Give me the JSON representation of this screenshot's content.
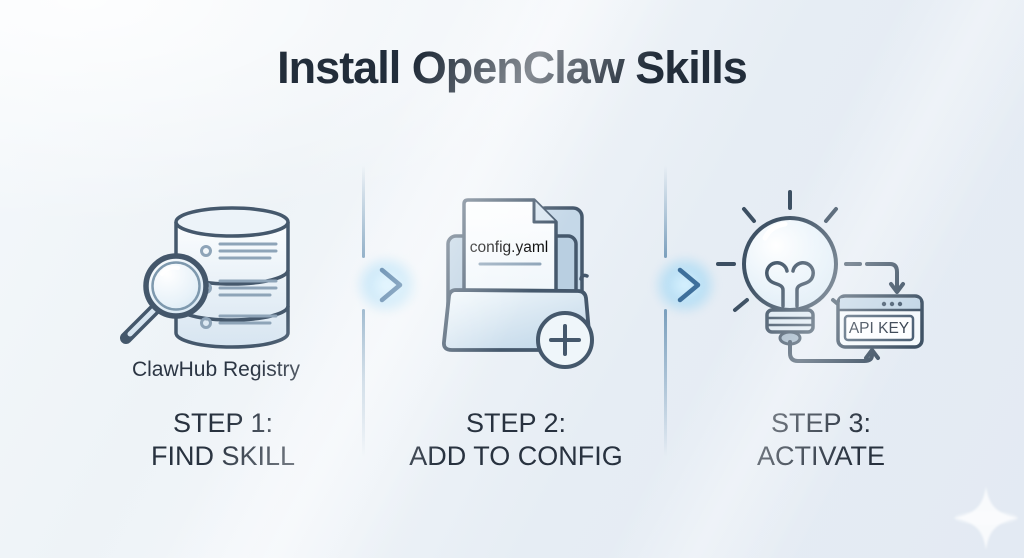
{
  "title": "Install OpenClaw Skills",
  "steps": [
    {
      "label": "STEP 1:",
      "action": "FIND SKILL",
      "caption": "ClawHub Registry",
      "icon": "database-with-magnifier"
    },
    {
      "label": "STEP 2:",
      "action": "ADD TO CONFIG",
      "file_name": "config.yaml",
      "icon": "open-folder-with-document-and-plus"
    },
    {
      "label": "STEP 3:",
      "action": "ACTIVATE",
      "key_badge": "API KEY",
      "icon": "lightbulb-with-api-key-card"
    }
  ],
  "colors": {
    "background_start": "#f4f8fb",
    "background_end": "#e3eaf3",
    "title_text": "#222d3a",
    "step_text": "#28323f",
    "icon_outline": "#45586c",
    "icon_fill": "#dbe9f4",
    "divider": "#7fa3bf",
    "arrow": "#41729c",
    "arrow_glow": "#a8d8f2"
  }
}
